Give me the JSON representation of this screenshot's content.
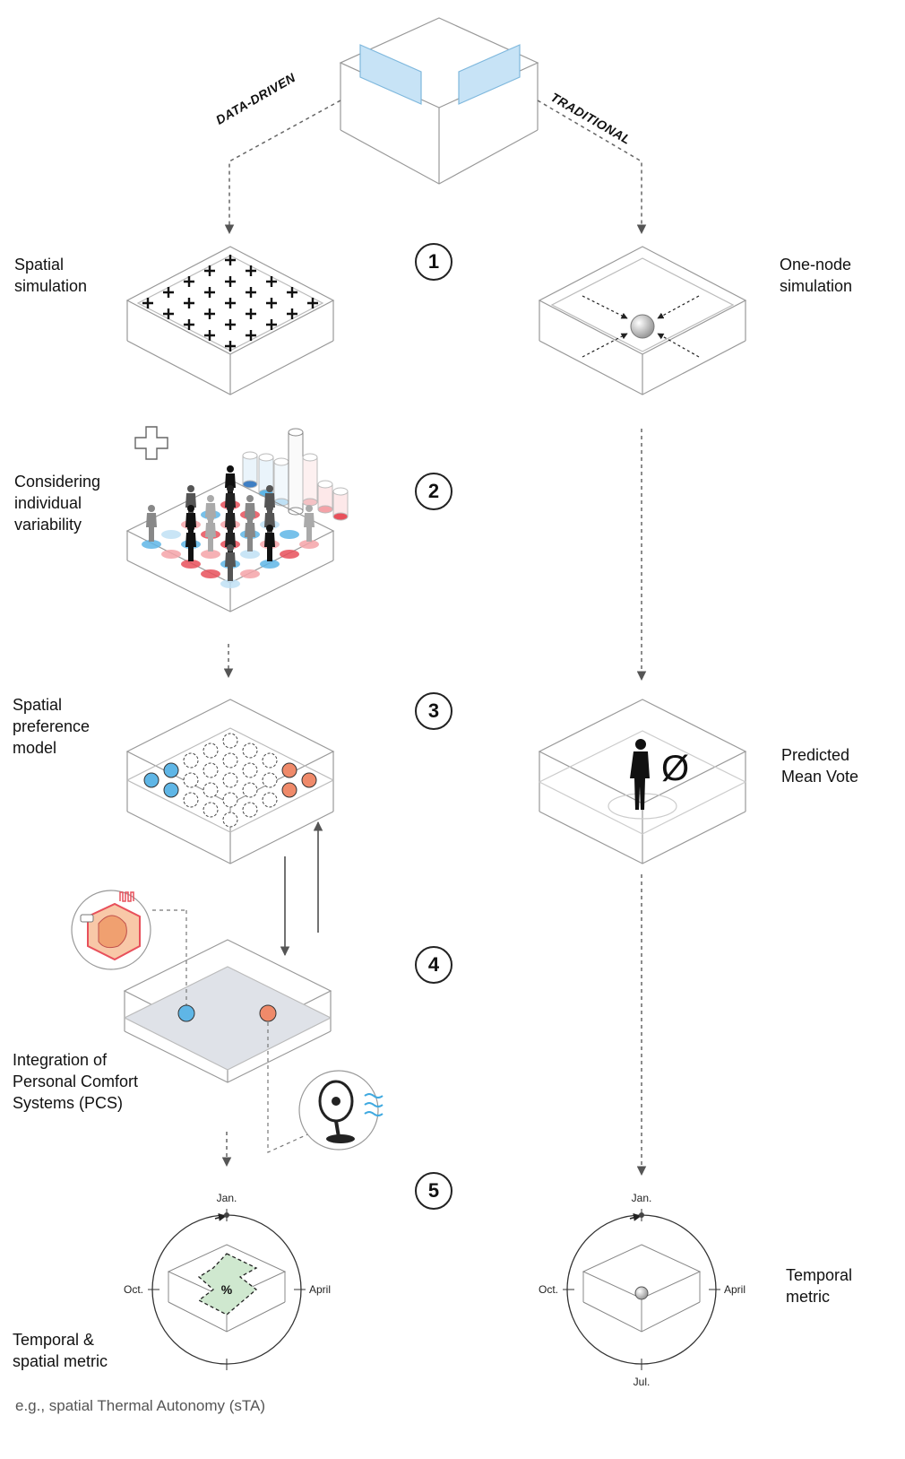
{
  "branches": {
    "data_driven": "DATA-DRIVEN",
    "traditional": "TRADITIONAL"
  },
  "steps": [
    "1",
    "2",
    "3",
    "4",
    "5"
  ],
  "left_labels": {
    "spatial_simulation": "Spatial\nsimulation",
    "individual_variability": "Considering\nindividual\nvariability",
    "spatial_preference": "Spatial\npreference\nmodel",
    "pcs_integration": "Integration of\nPersonal Comfort\nSystems (PCS)",
    "temporal_spatial": "Temporal &\nspatial metric",
    "example": "e.g., spatial Thermal Autonomy (sTA)"
  },
  "right_labels": {
    "one_node": "One-node\nsimulation",
    "pmv": "Predicted\nMean Vote",
    "temporal": "Temporal\nmetric"
  },
  "pmv_symbol": "Ø",
  "percent_symbol": "%",
  "months": {
    "jan": "Jan.",
    "april": "April",
    "jul": "Jul.",
    "oct": "Oct."
  },
  "colors": {
    "cool": "#5fb6e6",
    "warm": "#ef8a6a",
    "red": "#e8505b",
    "pink": "#f4a3a8",
    "window": "#c7e3f6",
    "green": "#cfe8cf"
  }
}
